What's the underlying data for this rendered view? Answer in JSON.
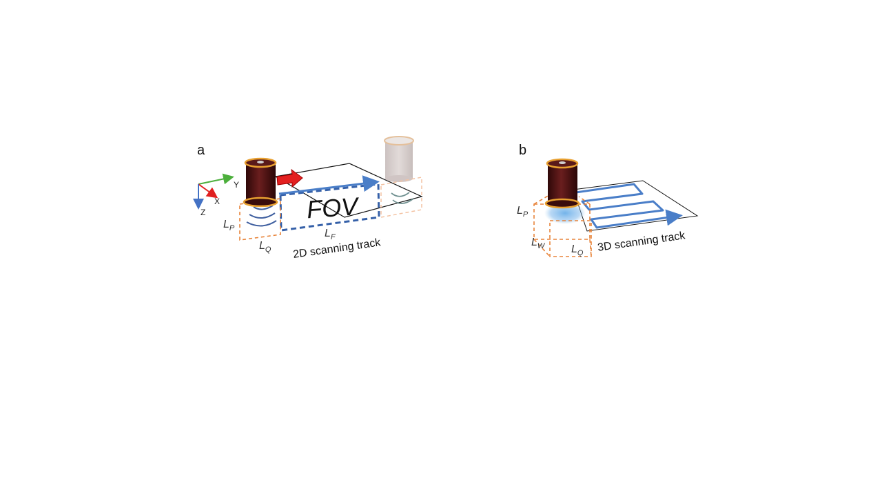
{
  "panels": {
    "a": {
      "label": "a",
      "fov_label": "FOV",
      "track_label": "2D scanning track",
      "axes": {
        "y": "Y",
        "x": "X",
        "z": "Z"
      },
      "dim_p": {
        "base": "L",
        "sub": "P"
      },
      "dim_q": {
        "base": "L",
        "sub": "Q"
      },
      "dim_f": {
        "base": "L",
        "sub": "F"
      }
    },
    "b": {
      "label": "b",
      "track_label": "3D scanning track",
      "dim_p": {
        "base": "L",
        "sub": "P"
      },
      "dim_w": {
        "base": "L",
        "sub": "W"
      },
      "dim_q": {
        "base": "L",
        "sub": "Q"
      }
    }
  },
  "colors": {
    "coil_body": "#4a1212",
    "coil_rim": "#e8a030",
    "ghost_coil": "#cdc4c2",
    "track_blue": "#4a7ec8",
    "fov_dash": "#3560a8",
    "sensing_box": "#e8843a",
    "arrow_red": "#e32020",
    "axis_y": "#4caf3c",
    "axis_x": "#e02020",
    "axis_z": "#4472c4",
    "volume_glow": "#6aaee8"
  }
}
